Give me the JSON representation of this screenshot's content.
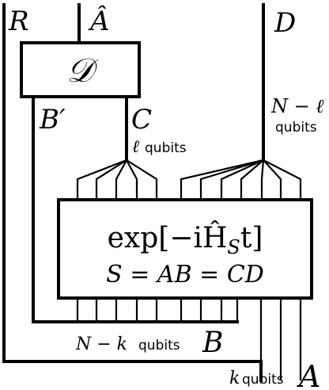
{
  "labels": {
    "R": "R",
    "A_hat": "Â",
    "D": "D",
    "decoder": "𝒟",
    "B_prime": "B′",
    "C": "C",
    "ell_qubits_sym": "ℓ",
    "ell_qubits_word": "qubits",
    "n_minus_ell_sym": "N − ℓ",
    "n_minus_ell_word": "qubits",
    "evolution": "exp[−iĤ",
    "evolution_sub": "S",
    "evolution_tail": "t]",
    "partition": "S = AB = CD",
    "n_minus_k_sym": "N − k",
    "n_minus_k_word": "qubits",
    "B": "B",
    "k_sym": "k",
    "k_word": "qubits",
    "A": "A"
  }
}
